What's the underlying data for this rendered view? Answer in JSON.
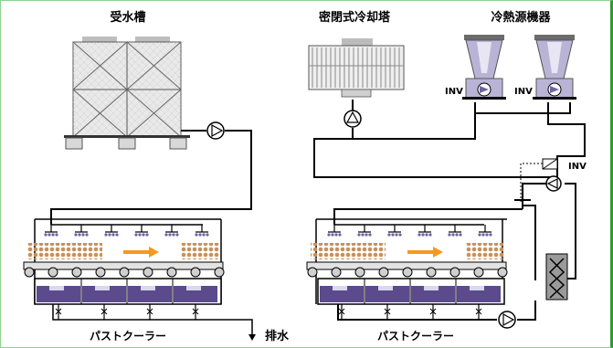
{
  "labels": {
    "receiving_tank": "受水槽",
    "closed_cooling_tower": "密閉式冷却塔",
    "heat_source_equipment": "冷熱源機器",
    "inv_1": "INV",
    "inv_2": "INV",
    "inv_3": "INV",
    "pasteurizer_left": "パストクーラー",
    "pasteurizer_right": "パストクーラー",
    "drain": "排水"
  },
  "colors": {
    "line": "#000000",
    "tank_fill": "#e6e6e6",
    "tower_fill": "#efefef",
    "chiller_fill": "#b9b3d6",
    "basin_fill": "#5b4a8c",
    "conveyor_fill": "#e3e3e3",
    "bottles": "#c8905a",
    "arrow": "#f39a1e",
    "hx_fill": "#9a9a9a",
    "frame": "#2e9b2e"
  },
  "icons": [
    "pump-icon",
    "valve-icon",
    "spray-nozzle-icon",
    "conveyor-roller-icon",
    "flow-arrow-icon",
    "heat-exchanger-icon",
    "fan-icon",
    "inverter-icon",
    "drain-arrow-icon"
  ]
}
